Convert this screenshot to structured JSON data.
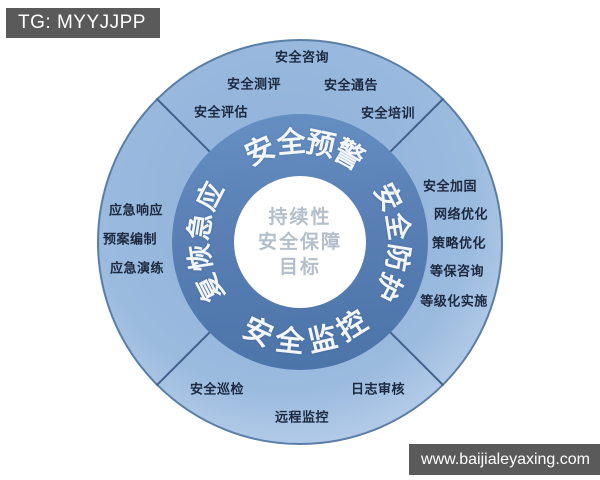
{
  "watermarks": {
    "top_left": "TG: MYYJJPP",
    "bottom_right": "www.baijialeyaxing.com"
  },
  "center": {
    "lines": [
      "持续性",
      "安全保障",
      "目标"
    ]
  },
  "ring_segments": {
    "top": {
      "label": "安全预警"
    },
    "right": {
      "label": "安全防护"
    },
    "bottom": {
      "label": "安全监控"
    },
    "left": {
      "label": "应急恢复"
    }
  },
  "outer_groups": {
    "top": {
      "items": [
        "安全咨询",
        "安全测评",
        "安全通告",
        "安全评估",
        "安全培训"
      ]
    },
    "right": {
      "items": [
        "安全加固",
        "网络优化",
        "策略优化",
        "等保咨询",
        "等级化实施"
      ]
    },
    "left": {
      "items": [
        "应急响应",
        "预案编制",
        "应急演练"
      ]
    },
    "bottom": {
      "items": [
        "安全巡检",
        "日志审核",
        "远程监控"
      ]
    }
  },
  "colors": {
    "banner_bg": "#5a5a5a",
    "banner_text": "#ffffff",
    "inner_ring_top": "#6690c3",
    "inner_ring_bottom": "#4b74a9",
    "outer_ring_inner": "#9abade",
    "outer_ring_edge": "#d8e5f5",
    "outline": "#5b7ea6",
    "divider": "#40618c",
    "ring_label_text": "#f3f6fa",
    "outer_label_text": "#1c2940",
    "center_text": "#b5bfca",
    "background": "#ffffff"
  }
}
